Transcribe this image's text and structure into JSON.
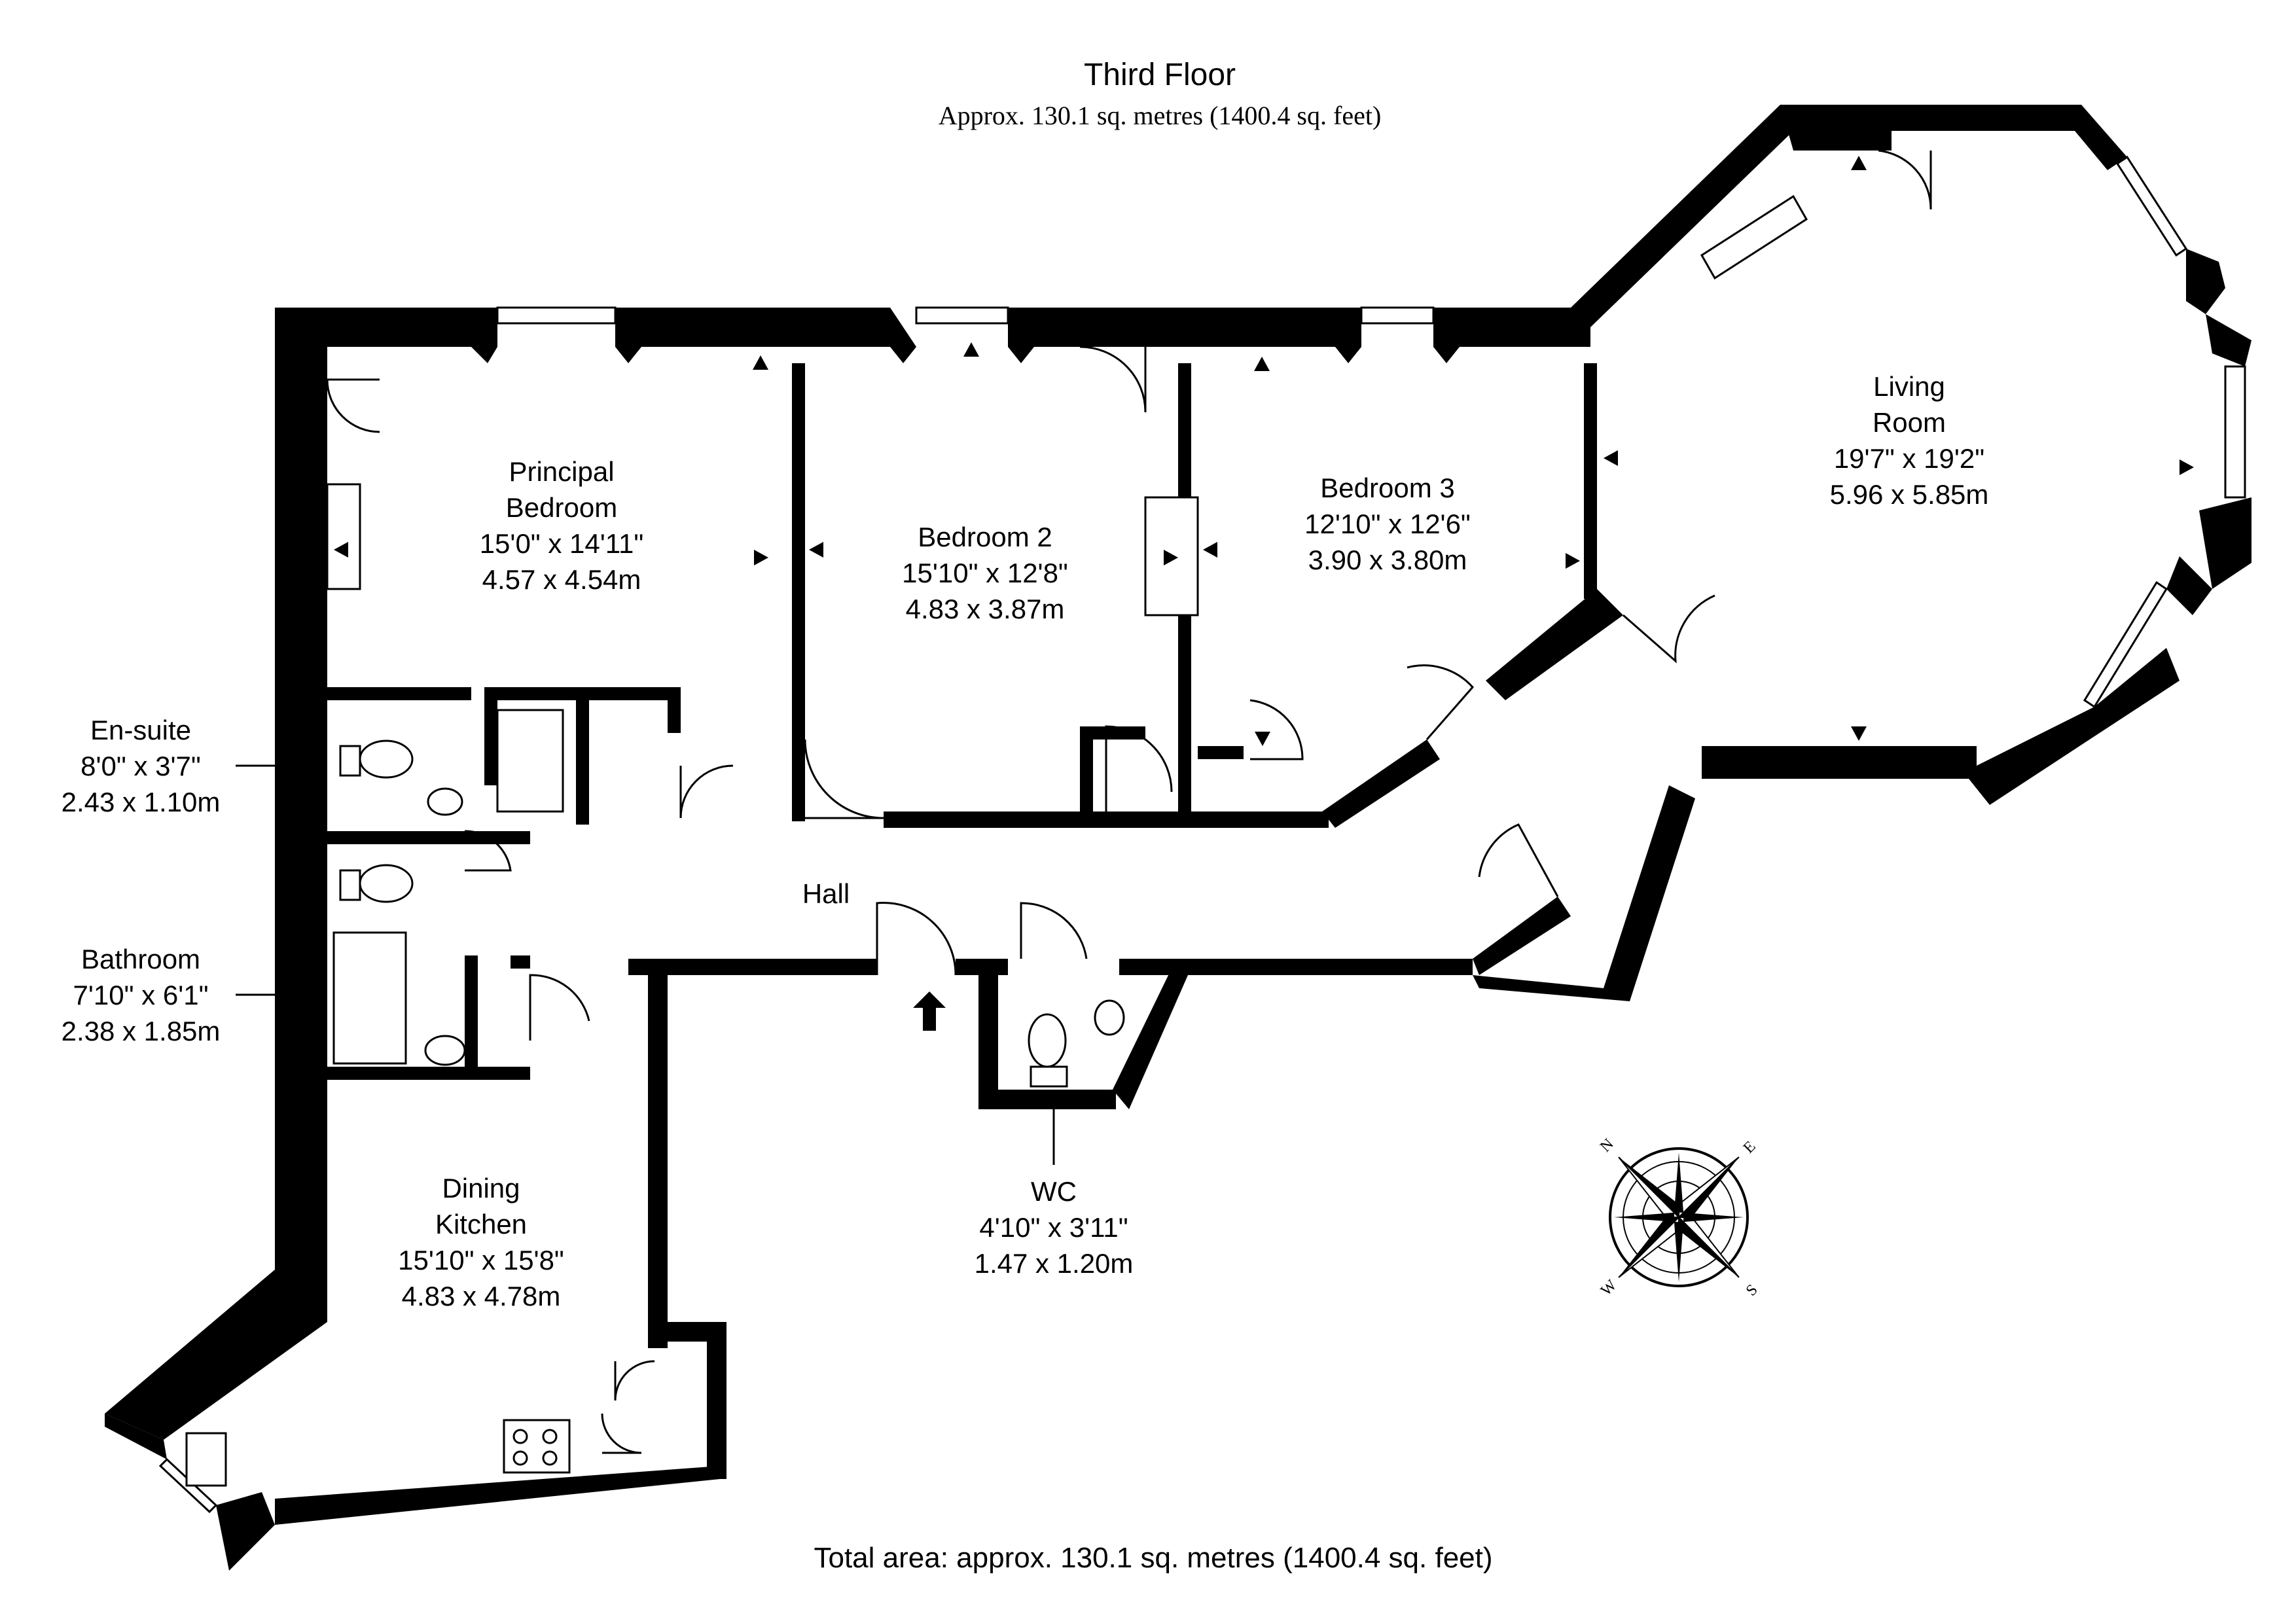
{
  "header": {
    "title": "Third Floor",
    "subtitle": "Approx. 130.1 sq. metres (1400.4 sq. feet)"
  },
  "rooms": {
    "principal_bedroom": {
      "name_1": "Principal",
      "name_2": "Bedroom",
      "imperial": "15'0\" x 14'11\"",
      "metric": "4.57 x 4.54m"
    },
    "bedroom_2": {
      "name_1": "Bedroom 2",
      "imperial": "15'10\" x 12'8\"",
      "metric": "4.83 x 3.87m"
    },
    "bedroom_3": {
      "name_1": "Bedroom 3",
      "imperial": "12'10\" x 12'6\"",
      "metric": "3.90 x 3.80m"
    },
    "living_room": {
      "name_1": "Living",
      "name_2": "Room",
      "imperial": "19'7\" x 19'2\"",
      "metric": "5.96 x 5.85m"
    },
    "en_suite": {
      "name_1": "En-suite",
      "imperial": "8'0\" x 3'7\"",
      "metric": "2.43 x 1.10m"
    },
    "bathroom": {
      "name_1": "Bathroom",
      "imperial": "7'10\" x 6'1\"",
      "metric": "2.38 x 1.85m"
    },
    "hall": {
      "name_1": "Hall"
    },
    "wc": {
      "name_1": "WC",
      "imperial": "4'10\" x 3'11\"",
      "metric": "1.47 x 1.20m"
    },
    "dining_kitchen": {
      "name_1": "Dining",
      "name_2": "Kitchen",
      "imperial": "15'10\" x 15'8\"",
      "metric": "4.83 x 4.78m"
    }
  },
  "compass": {
    "n": "N",
    "e": "E",
    "s": "S",
    "w": "W"
  },
  "footer": {
    "total": "Total area: approx. 130.1 sq. metres (1400.4 sq. feet)"
  }
}
